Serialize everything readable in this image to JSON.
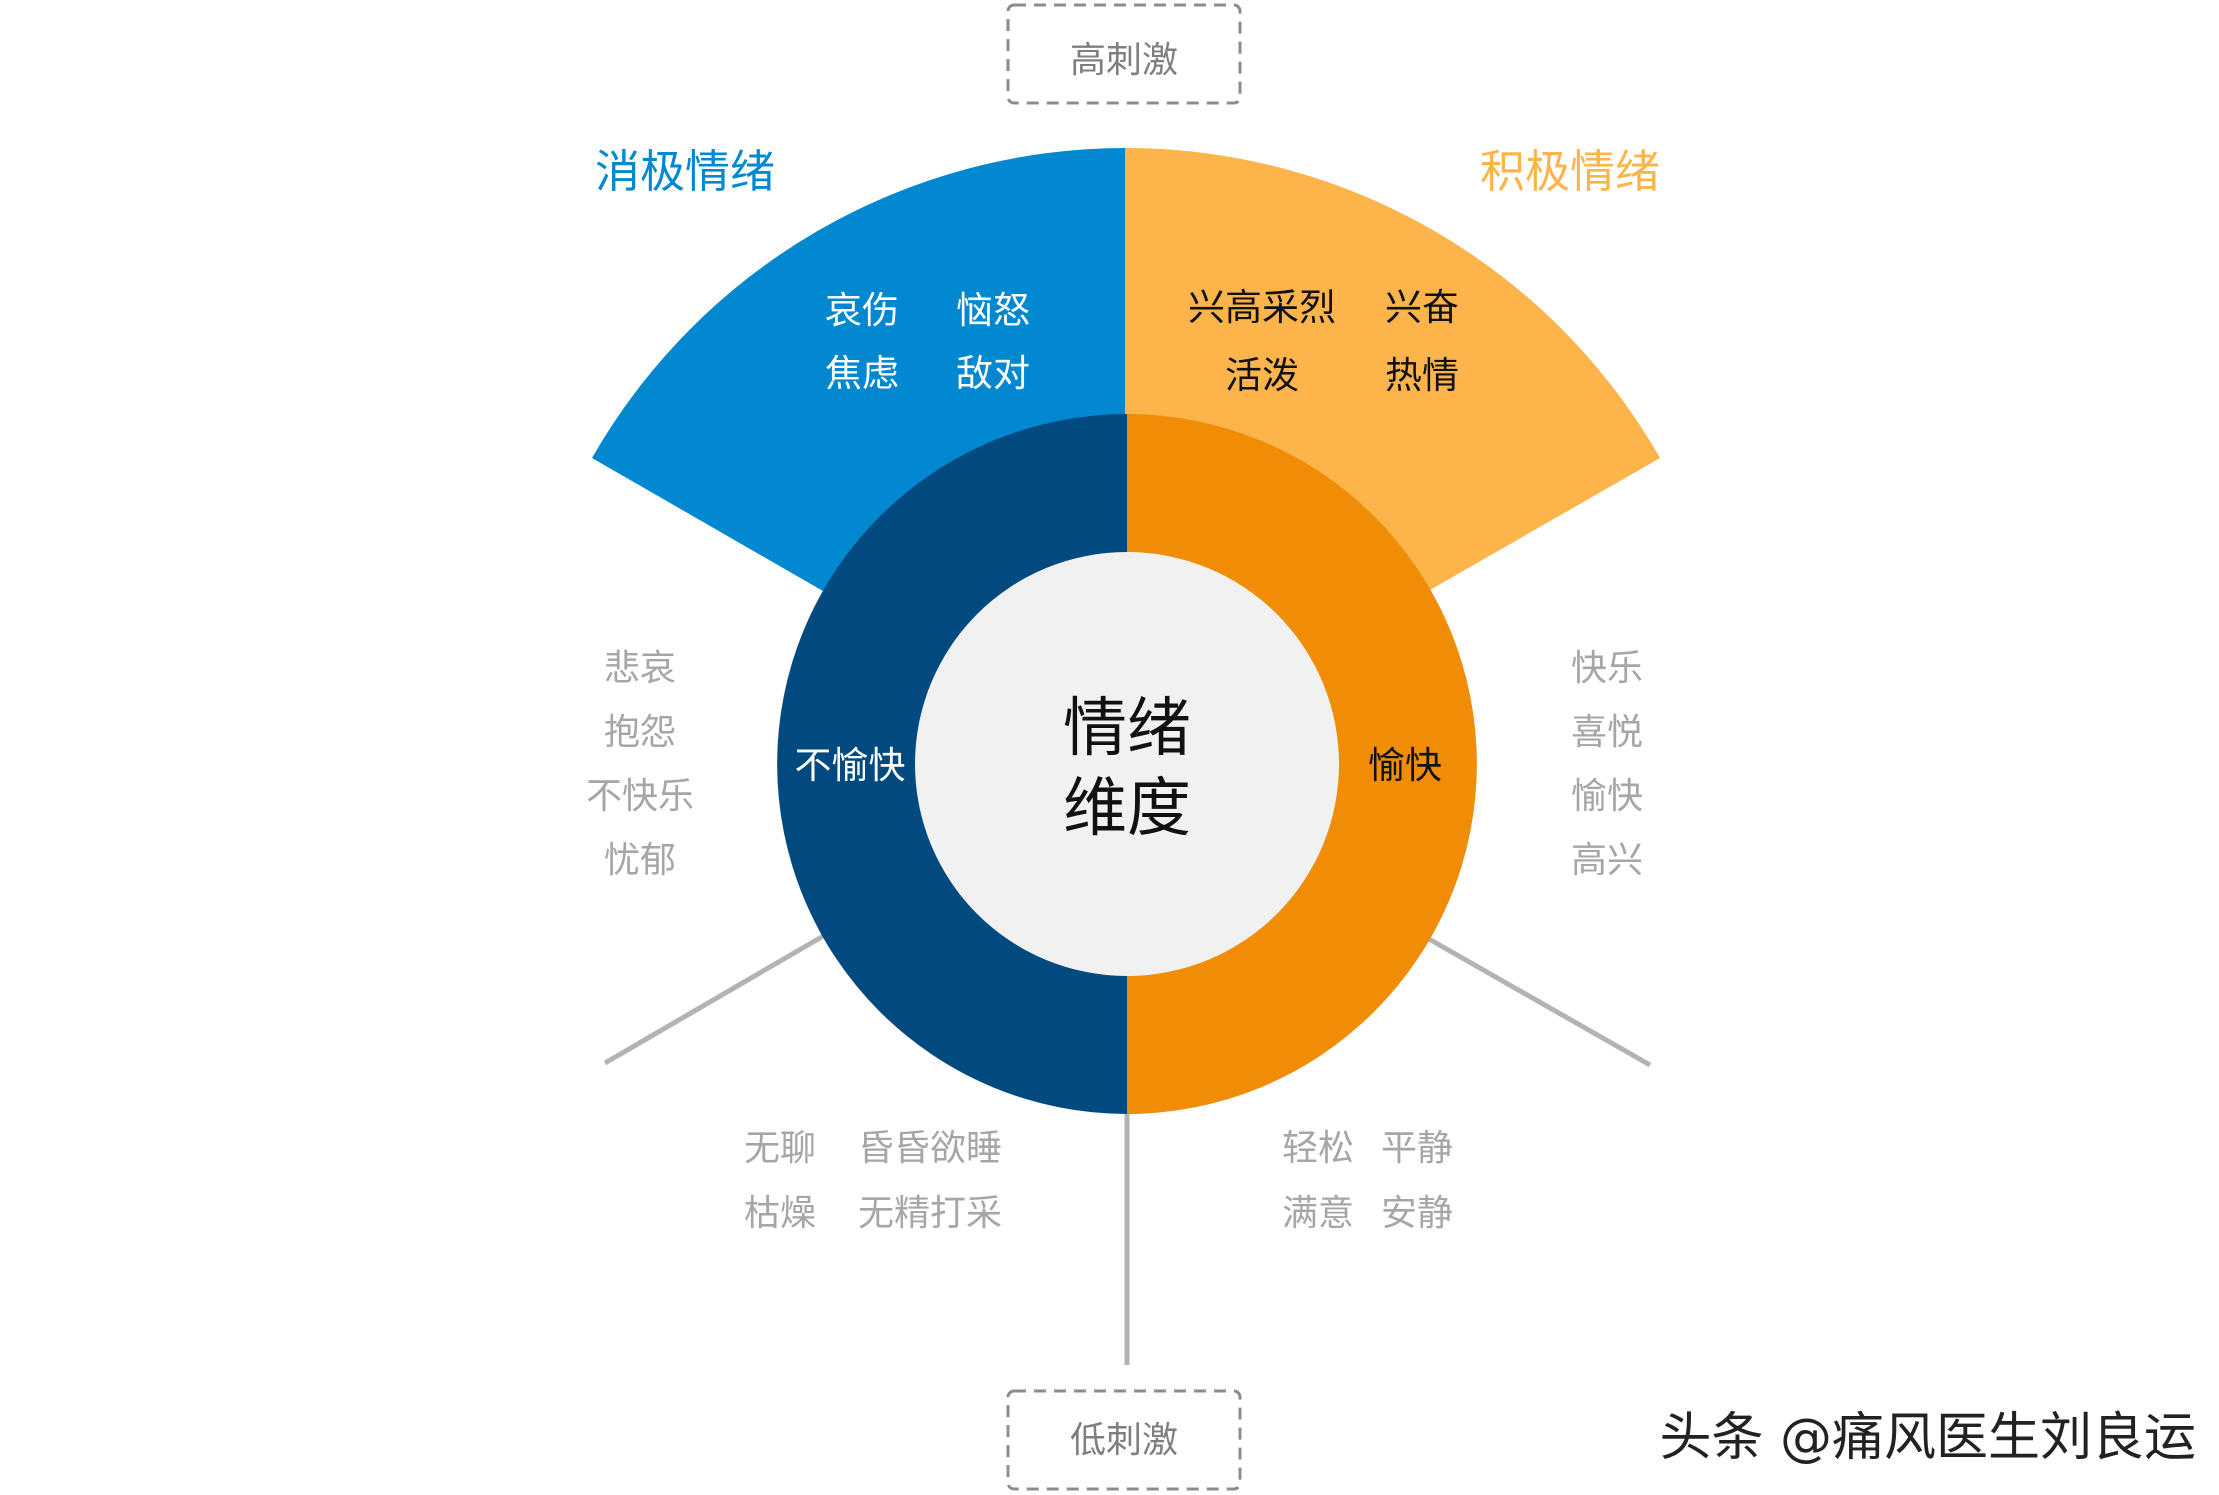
{
  "colors": {
    "negative_outer": "#0288D1",
    "negative_inner": "#004A80",
    "positive_outer": "#FDB44B",
    "positive_inner": "#F08C05",
    "center_fill": "#F1F1F1",
    "gray_line": "#B3B3B3",
    "gray_text": "#A6A6A6",
    "dashed_box": "#8C8C8C"
  },
  "stimulus": {
    "high": "高刺激",
    "low": "低刺激"
  },
  "headers": {
    "negative": "消极情绪",
    "positive": "积极情绪"
  },
  "center": {
    "line1": "情绪",
    "line2": "维度"
  },
  "ring": {
    "left_label": "不愉快",
    "right_label": "愉快"
  },
  "negative_high": {
    "words": [
      "哀伤",
      "恼怒",
      "焦虑",
      "敌对"
    ]
  },
  "positive_high": {
    "words": [
      "兴高采烈",
      "兴奋",
      "活泼",
      "热情"
    ]
  },
  "left_side": {
    "words": [
      "悲哀",
      "抱怨",
      "不快乐",
      "忧郁"
    ]
  },
  "right_side": {
    "words": [
      "快乐",
      "喜悦",
      "愉快",
      "高兴"
    ]
  },
  "bottom_left": {
    "words": [
      "无聊",
      "昏昏欲睡",
      "枯燥",
      "无精打采"
    ]
  },
  "bottom_right": {
    "words": [
      "轻松",
      "平静",
      "满意",
      "安静"
    ]
  },
  "watermark": {
    "text": "头条 @痛风医生刘良运"
  }
}
